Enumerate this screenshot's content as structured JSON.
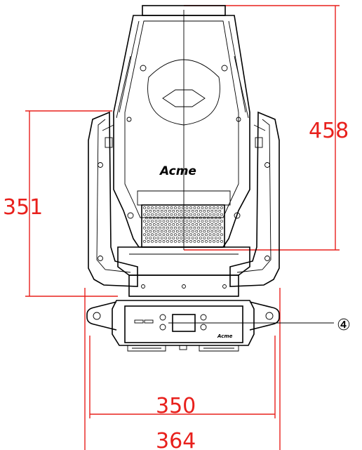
{
  "drawing": {
    "brand": "Acme",
    "panel_brand": "Acme",
    "callout_label": "④",
    "dimensions": {
      "height_total": "458",
      "height_body": "351",
      "width_base": "350",
      "width_total": "364"
    },
    "colors": {
      "dimension": "#e8201c",
      "outline": "#000000"
    }
  }
}
